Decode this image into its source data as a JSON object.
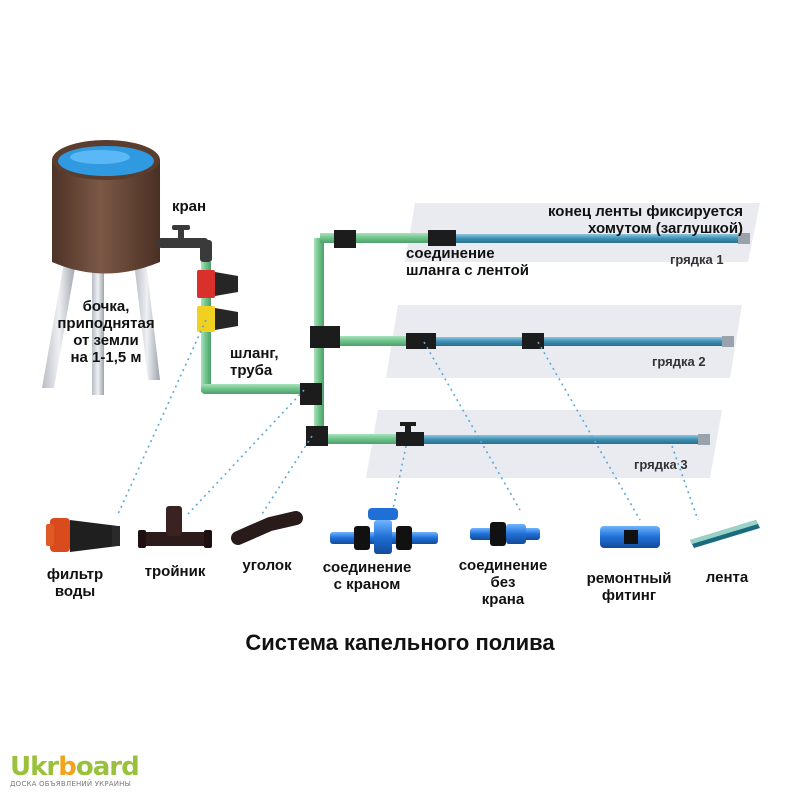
{
  "labels": {
    "tap": "кран",
    "barrel": [
      "бочка,",
      "приподнятая",
      "от земли",
      "на 1-1,5 м"
    ],
    "hose": [
      "шланг,",
      "труба"
    ],
    "connection": [
      "соединение",
      "шланга с лентой"
    ],
    "tape_end": [
      "конец ленты фиксируется",
      "хомутом (заглушкой)"
    ],
    "bed1": "грядка 1",
    "bed2": "грядка 2",
    "bed3": "грядка 3"
  },
  "parts": [
    {
      "name": "filter",
      "label": [
        "фильтр",
        "воды"
      ]
    },
    {
      "name": "tee",
      "label": [
        "тройник"
      ]
    },
    {
      "name": "elbow",
      "label": [
        "уголок"
      ]
    },
    {
      "name": "valve-connector",
      "label": [
        "соединение",
        "с краном"
      ]
    },
    {
      "name": "connector",
      "label": [
        "соединение",
        "без",
        "крана"
      ]
    },
    {
      "name": "repair-fitting",
      "label": [
        "ремонтный",
        "фитинг"
      ]
    },
    {
      "name": "tape",
      "label": [
        "лента"
      ]
    }
  ],
  "title": "Система капельного полива",
  "watermark": {
    "brand_a": "Ukr",
    "brand_o": "b",
    "brand_b": "oard",
    "sub": "ДОСКА ОБЪЯВЛЕНИЙ УКРАИНЫ"
  },
  "colors": {
    "hose": "#7fce9a",
    "tape": "#3b8fb3",
    "water": "#2f9ae0",
    "barrel": "#6b4a39",
    "bed": "#e7e9ee"
  }
}
